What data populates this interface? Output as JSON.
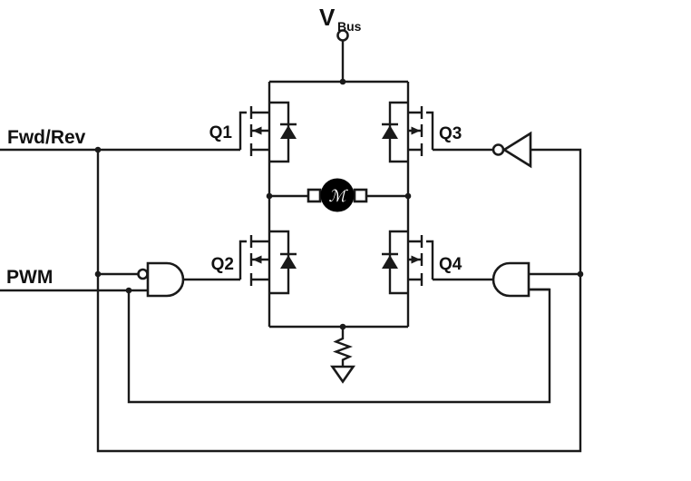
{
  "diagram": {
    "kind": "circuit-schematic",
    "background": "#ffffff",
    "line_color": "#1a1a1a",
    "labels": {
      "vbus_main": "V",
      "vbus_sub": "Bus",
      "fwd_rev": "Fwd/Rev",
      "pwm": "PWM",
      "q1": "Q1",
      "q2": "Q2",
      "q3": "Q3",
      "q4": "Q4",
      "motor": "ℳ"
    },
    "components": [
      "vbus-terminal",
      "high-side-mosfet-q1",
      "high-side-mosfet-q3",
      "low-side-mosfet-q2",
      "low-side-mosfet-q4",
      "body-diode",
      "dc-motor",
      "and-gate-with-inverted-input",
      "and-gate",
      "inverter",
      "sense-resistor",
      "ground"
    ]
  }
}
